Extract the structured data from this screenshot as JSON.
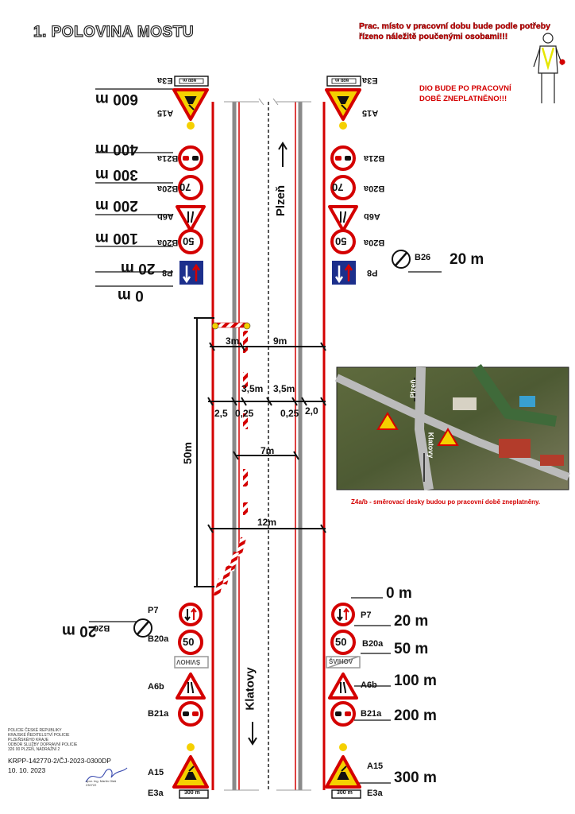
{
  "title": "1. POLOVINA MOSTU",
  "notes": {
    "top_right": "Prac. místo v pracovní dobu bude podle potřeby řízeno náležitě poučenými osobami!!!",
    "after_work": "DIO BUDE PO PRACOVNÍ DOBĚ ZNEPLATNĚNO!!!",
    "photo_caption": "Z4a/b - směrovací desky budou po pracovní době zneplatněny."
  },
  "directions": {
    "plzen": "Plzeň",
    "klatovy": "Klatovy"
  },
  "top_left_signs": [
    {
      "code": "E3a",
      "distance": "600 m",
      "plate": "600 m",
      "code2": "A15"
    },
    {
      "code": "B21a",
      "distance": "400 m"
    },
    {
      "code": "B20a",
      "distance": "300 m",
      "value": "70"
    },
    {
      "code": "A6b",
      "distance": "200 m"
    },
    {
      "code": "B20a",
      "distance": "100 m",
      "value": "50"
    },
    {
      "code": "P8",
      "distance": "20 m"
    },
    {
      "code": "",
      "distance": "0 m"
    }
  ],
  "top_right_signs": [
    {
      "code": "E3a",
      "plate": "600 m",
      "code2": "A15"
    },
    {
      "code": "B21a"
    },
    {
      "code": "B20a",
      "value": "70"
    },
    {
      "code": "A6b"
    },
    {
      "code": "B20a",
      "value": "50"
    },
    {
      "code": "P8"
    },
    {
      "code": "B26",
      "distance": "20 m"
    }
  ],
  "bottom_left_signs": [
    {
      "code": "B26",
      "distance": "20 m"
    },
    {
      "code": "P7"
    },
    {
      "code": "B20a",
      "value": "50"
    },
    {
      "code": "",
      "town": "ŠVIHOV"
    },
    {
      "code": "A6b"
    },
    {
      "code": "B21a"
    },
    {
      "code": "A15"
    },
    {
      "code": "E3a",
      "plate": "300 m"
    }
  ],
  "bottom_right_signs": [
    {
      "distance": "0 m"
    },
    {
      "code": "P7",
      "distance": "20 m"
    },
    {
      "code": "B20a",
      "distance": "50 m",
      "value": "50"
    },
    {
      "town": "ŠVIHOV"
    },
    {
      "code": "A6b",
      "distance": "100 m"
    },
    {
      "code": "B21a",
      "distance": "200 m"
    },
    {
      "code": "A15",
      "distance": "300 m"
    },
    {
      "code": "E3a",
      "plate": "300 m"
    }
  ],
  "dimensions": {
    "d_3m": "3m",
    "d_9m": "9m",
    "d_35a": "3,5m",
    "d_35b": "3,5m",
    "d_25": "2,5",
    "d_025a": "0,25",
    "d_025b": "0,25",
    "d_20": "2,0",
    "d_7m": "7m",
    "d_12m": "12m",
    "d_50m": "50m"
  },
  "footer": {
    "org": "POLICIE ČESKÉ REPUBLIKY\nKRAJSKÉ ŘEDITELSTVÍ POLICIE\nPLZEŇSKÉHO KRAJE\nODBOR SLUŽBY DOPRAVNÍ POLICIE\n326 00 PLZEŇ, NÁDRAŽNÍ 2",
    "ref": "KRPP-142770-2/ČJ-2023-0300DP",
    "date": "10. 10. 2023",
    "signer": "npor. Ing. Martin Oláš\n230722"
  }
}
